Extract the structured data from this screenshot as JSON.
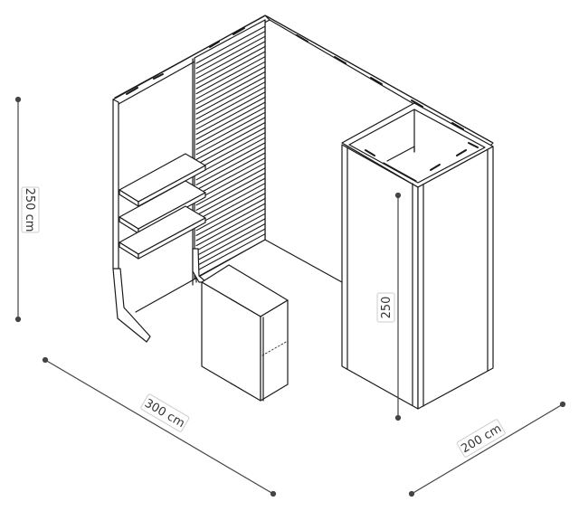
{
  "dimensions": {
    "height_label": "250 cm",
    "width_label": "300 cm",
    "depth_label": "200 cm",
    "cabin_height_label": "250"
  },
  "colors": {
    "line": "#1a1a1a",
    "dimension_line": "#444444",
    "label_border": "#cccccc",
    "background": "#ffffff"
  }
}
